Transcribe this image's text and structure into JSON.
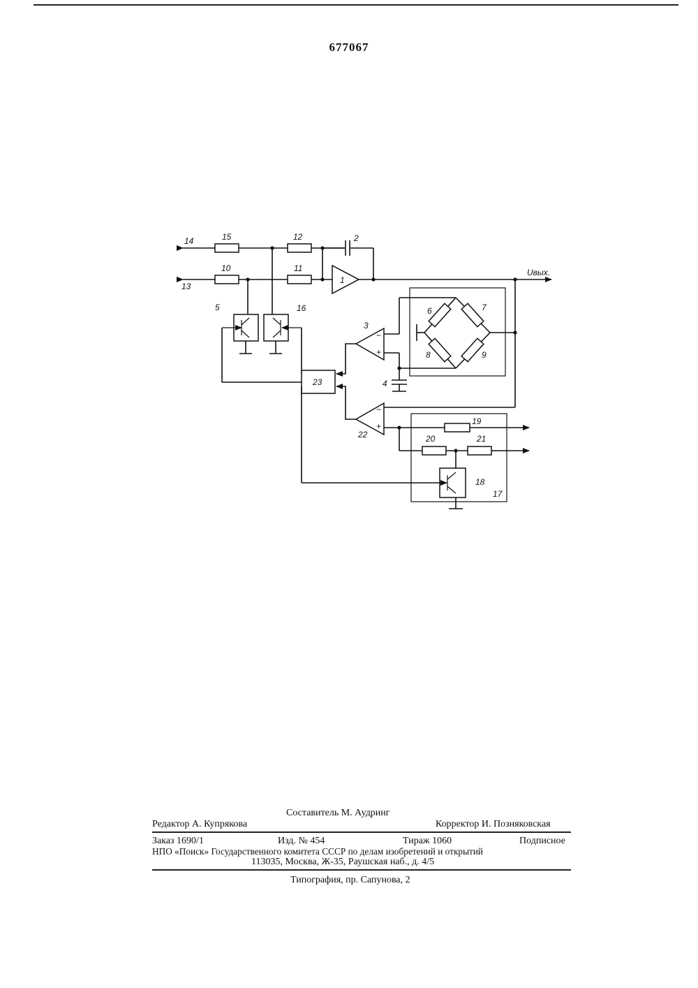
{
  "document": {
    "patent_number": "677067"
  },
  "diagram": {
    "labels": {
      "n1": "1",
      "n2": "2",
      "n3": "3",
      "n4": "4",
      "n5": "5",
      "n6": "6",
      "n7": "7",
      "n8": "8",
      "n9": "9",
      "n10": "10",
      "n11": "11",
      "n12": "12",
      "n13": "13",
      "n14": "14",
      "n15": "15",
      "n16": "16",
      "n17": "17",
      "n18": "18",
      "n19": "19",
      "n20": "20",
      "n21": "21",
      "n22": "22",
      "n23": "23",
      "output": "Uвых.",
      "minus": "−",
      "plus": "+"
    }
  },
  "footer": {
    "compiler": "Составитель М. Аудринг",
    "editor": "Редактор А. Купрякова",
    "corrector": "Корректор И. Позняковская",
    "order": "Заказ 1690/1",
    "edition": "Изд. № 454",
    "circulation": "Тираж 1060",
    "subscription": "Подписное",
    "organization": "НПО «Поиск» Государственного комитета СССР по делам изобретений и открытий",
    "address": "113035, Москва, Ж-35, Раушская наб., д. 4/5",
    "printing": "Типография, пр. Сапунова, 2"
  }
}
